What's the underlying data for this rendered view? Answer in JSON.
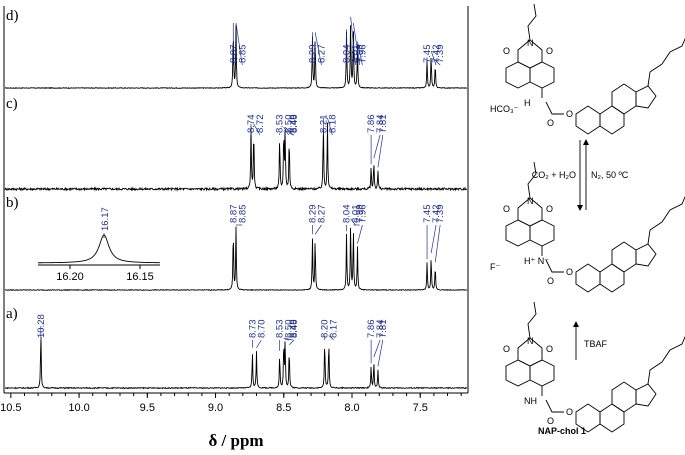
{
  "chart_data": {
    "type": "line",
    "xlabel": "δ / ppm",
    "xlim": [
      10.55,
      7.15
    ],
    "xticks": [
      "10.5",
      "10.0",
      "9.5",
      "9.0",
      "8.5",
      "8.0",
      "7.5"
    ],
    "xtick_values": [
      10.5,
      10.0,
      9.5,
      9.0,
      8.5,
      8.0,
      7.5
    ],
    "grid": false,
    "series": [
      {
        "name": "d)",
        "peaks": [
          {
            "ppm": 8.87,
            "label": "8.87",
            "h": 1.0
          },
          {
            "ppm": 8.85,
            "label": "8.85",
            "h": 1.0
          },
          {
            "ppm": 8.29,
            "label": "8.29",
            "h": 0.85
          },
          {
            "ppm": 8.27,
            "label": "8.27",
            "h": 0.85
          },
          {
            "ppm": 8.04,
            "label": "8.04",
            "h": 0.9
          },
          {
            "ppm": 8.01,
            "label": "8.01",
            "h": 1.1
          },
          {
            "ppm": 7.99,
            "label": "7.99",
            "h": 1.0
          },
          {
            "ppm": 7.96,
            "label": "7.96",
            "h": 0.7
          },
          {
            "ppm": 7.45,
            "label": "7.45",
            "h": 0.45
          },
          {
            "ppm": 7.42,
            "label": "7.42",
            "h": 0.55
          },
          {
            "ppm": 7.39,
            "label": "7.39",
            "h": 0.4
          }
        ]
      },
      {
        "name": "c)",
        "peaks": [
          {
            "ppm": 8.74,
            "label": "8.74",
            "h": 1.0
          },
          {
            "ppm": 8.72,
            "label": "8.72",
            "h": 1.0
          },
          {
            "ppm": 8.53,
            "label": "8.53",
            "h": 0.85
          },
          {
            "ppm": 8.5,
            "label": "8.50",
            "h": 0.95
          },
          {
            "ppm": 8.49,
            "label": "8.49",
            "h": 0.95
          },
          {
            "ppm": 8.46,
            "label": "8.46",
            "h": 0.85
          },
          {
            "ppm": 8.21,
            "label": "8.21",
            "h": 1.1
          },
          {
            "ppm": 8.18,
            "label": "8.18",
            "h": 1.1
          },
          {
            "ppm": 7.86,
            "label": "7.86",
            "h": 0.35
          },
          {
            "ppm": 7.84,
            "label": "7.84",
            "h": 0.45
          },
          {
            "ppm": 7.81,
            "label": "7.81",
            "h": 0.3
          }
        ]
      },
      {
        "name": "b)",
        "peaks": [
          {
            "ppm": 8.87,
            "label": "8.87",
            "h": 1.0
          },
          {
            "ppm": 8.85,
            "label": "8.85",
            "h": 1.0
          },
          {
            "ppm": 8.29,
            "label": "8.29",
            "h": 0.85
          },
          {
            "ppm": 8.27,
            "label": "8.27",
            "h": 0.85
          },
          {
            "ppm": 8.04,
            "label": "8.04",
            "h": 0.9
          },
          {
            "ppm": 8.01,
            "label": "8.01",
            "h": 1.1
          },
          {
            "ppm": 7.99,
            "label": "7.99",
            "h": 1.0
          },
          {
            "ppm": 7.96,
            "label": "7.96",
            "h": 0.7
          },
          {
            "ppm": 7.45,
            "label": "7.45",
            "h": 0.45
          },
          {
            "ppm": 7.42,
            "label": "7.42",
            "h": 0.55
          },
          {
            "ppm": 7.39,
            "label": "7.39",
            "h": 0.4
          }
        ]
      },
      {
        "name": "a)",
        "peaks": [
          {
            "ppm": 10.28,
            "label": "10.28",
            "h": 0.95
          },
          {
            "ppm": 8.73,
            "label": "8.73",
            "h": 0.6
          },
          {
            "ppm": 8.7,
            "label": "8.70",
            "h": 0.6
          },
          {
            "ppm": 8.53,
            "label": "8.53",
            "h": 0.55
          },
          {
            "ppm": 8.5,
            "label": "8.50",
            "h": 0.75
          },
          {
            "ppm": 8.49,
            "label": "8.49",
            "h": 0.75
          },
          {
            "ppm": 8.46,
            "label": "8.46",
            "h": 0.65
          },
          {
            "ppm": 8.2,
            "label": "8.20",
            "h": 0.8
          },
          {
            "ppm": 8.17,
            "label": "8.17",
            "h": 0.8
          },
          {
            "ppm": 7.86,
            "label": "7.86",
            "h": 0.35
          },
          {
            "ppm": 7.84,
            "label": "7.84",
            "h": 0.45
          },
          {
            "ppm": 7.81,
            "label": "7.81",
            "h": 0.3
          }
        ]
      }
    ],
    "inset": {
      "peak_label": "16.17",
      "xticks": [
        "16.20",
        "16.15"
      ]
    }
  },
  "scheme": {
    "compound_label": "NAP-chol 1",
    "reagent": "TBAF",
    "forward_condition": "CO₂ + H₂O",
    "reverse_condition": "N₂, 50 ºC",
    "structures": [
      {
        "counter_ion": "HCO₃⁻",
        "nh_label": "H",
        "n_label": "N",
        "o_labels": [
          "O",
          "O"
        ],
        "ester_o": "O"
      },
      {
        "counter_ion": "F⁻",
        "nh_label": "H⁺ N⁻",
        "n_label": "N",
        "o_labels": [
          "O",
          "O"
        ],
        "ester_o": "O"
      },
      {
        "counter_ion": "",
        "nh_label": "NH",
        "n_label": "N",
        "o_labels": [
          "O",
          "O"
        ],
        "ester_o": "O"
      }
    ]
  }
}
